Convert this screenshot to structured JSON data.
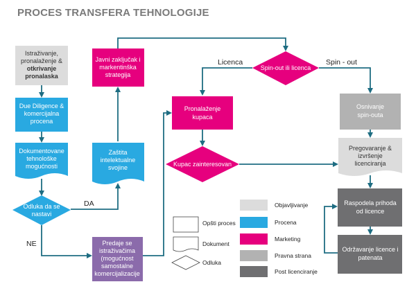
{
  "title": "PROCES TRANSFERA TEHNOLOGIJE",
  "colors": {
    "blue": "#29a9e1",
    "magenta": "#e6007e",
    "purple": "#8b6bab",
    "light_gray": "#dcdcdc",
    "mid_gray": "#b2b2b2",
    "dark_gray": "#6f6f71",
    "arrow": "#1e6d82"
  },
  "nodes": {
    "research": {
      "line1": "Istraživanje,",
      "line2": "pronalaženje &",
      "line3": "otkrivanje",
      "line4": "pronalaska"
    },
    "due_diligence": {
      "line1": "Due Diligence &",
      "line2": "komercijalna",
      "line3": "procena"
    },
    "documented": {
      "line1": "Dokumentovane",
      "line2": "tehnološke",
      "line3": "mogućnosti"
    },
    "decision_continue": {
      "line1": "Odluka da se",
      "line2": "nastavi"
    },
    "public_disclosure": {
      "line1": "Javni zaključak i",
      "line2": "markentinška",
      "line3": "strategija"
    },
    "ip_protection": {
      "line1": "Zaštita",
      "line2": "intelektualne",
      "line3": "svojine"
    },
    "handover": {
      "line1": "Predaje se",
      "line2": "istraživačima",
      "line3": "(mogućnost",
      "line4": "samostalne",
      "line5": "komercijalizacije"
    },
    "spinout_or_license": {
      "line1": "Spin-out ili licenca"
    },
    "find_buyer": {
      "line1": "Pronalaženje",
      "line2": "kupaca"
    },
    "buyer_interested": {
      "line1": "Kupac zainteresovan"
    },
    "spinout_founding": {
      "line1": "Osnivanje",
      "line2": "spin-outa"
    },
    "negotiation": {
      "line1": "Pregovaranje &",
      "line2": "izvršenje",
      "line3": "licenciranja"
    },
    "revenue_split": {
      "line1": "Raspodela prihoda",
      "line2": "od licence"
    },
    "maintenance": {
      "line1": "Održavanje licence i",
      "line2": "patenata"
    }
  },
  "edge_labels": {
    "da": "DA",
    "ne": "NE",
    "licenca": "Licenca",
    "spin_out": "Spin - out"
  },
  "legend_shapes": {
    "process": "Opšti proces",
    "document": "Dokument",
    "decision": "Odluka"
  },
  "legend_colors": {
    "publishing": "Objavljivanje",
    "process": "Procena",
    "marketing": "Marketing",
    "legal": "Pravna strana",
    "post_licensing": "Post licenciranje"
  }
}
